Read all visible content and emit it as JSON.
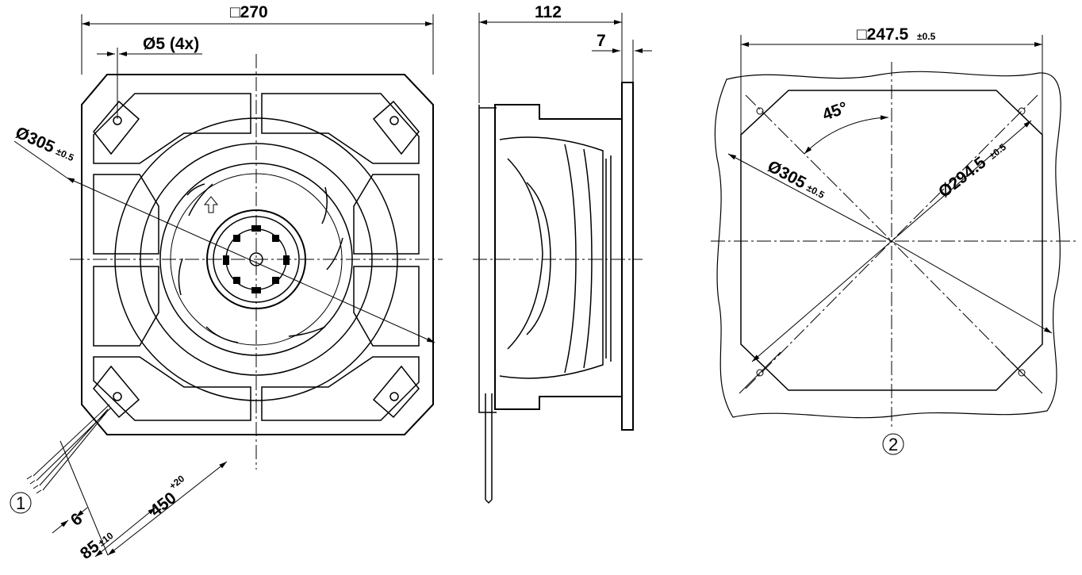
{
  "front_view": {
    "width_dim": "□270",
    "hole_dim": "Ø5 (4x)",
    "diag_dim": "Ø305",
    "diag_tol": "±0.5",
    "lead_len": "450",
    "lead_tol": "+20",
    "strip_len": "85",
    "strip_tol": "±10",
    "strip_small": "6",
    "callout": "1"
  },
  "side_view": {
    "depth_dim": "112",
    "flange_dim": "7"
  },
  "cutout_view": {
    "width_dim": "□247.5",
    "width_tol": "±0.5",
    "angle_dim": "45°",
    "diag_dim": "Ø305",
    "diag_tol": "±0.5",
    "hole_circle_dim": "Ø294.5",
    "hole_circle_tol": "±0.5",
    "callout": "2"
  }
}
